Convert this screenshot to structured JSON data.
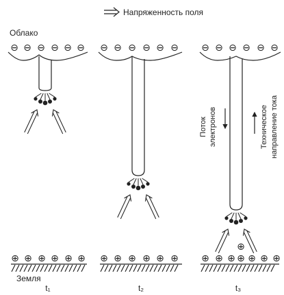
{
  "legend": {
    "symbol": "⟹",
    "label": "Напряженность поля"
  },
  "labels": {
    "cloud": "Облако",
    "ground": "Земля",
    "electron_flow": [
      "Поток",
      "электронов"
    ],
    "current_direction": [
      "Техническое",
      "направление тока"
    ]
  },
  "symbols": {
    "negative_charge": "⊖",
    "positive_charge": "⊕"
  },
  "stages": [
    {
      "label": "t₁"
    },
    {
      "label": "t₂"
    },
    {
      "label": "t₃"
    }
  ]
}
